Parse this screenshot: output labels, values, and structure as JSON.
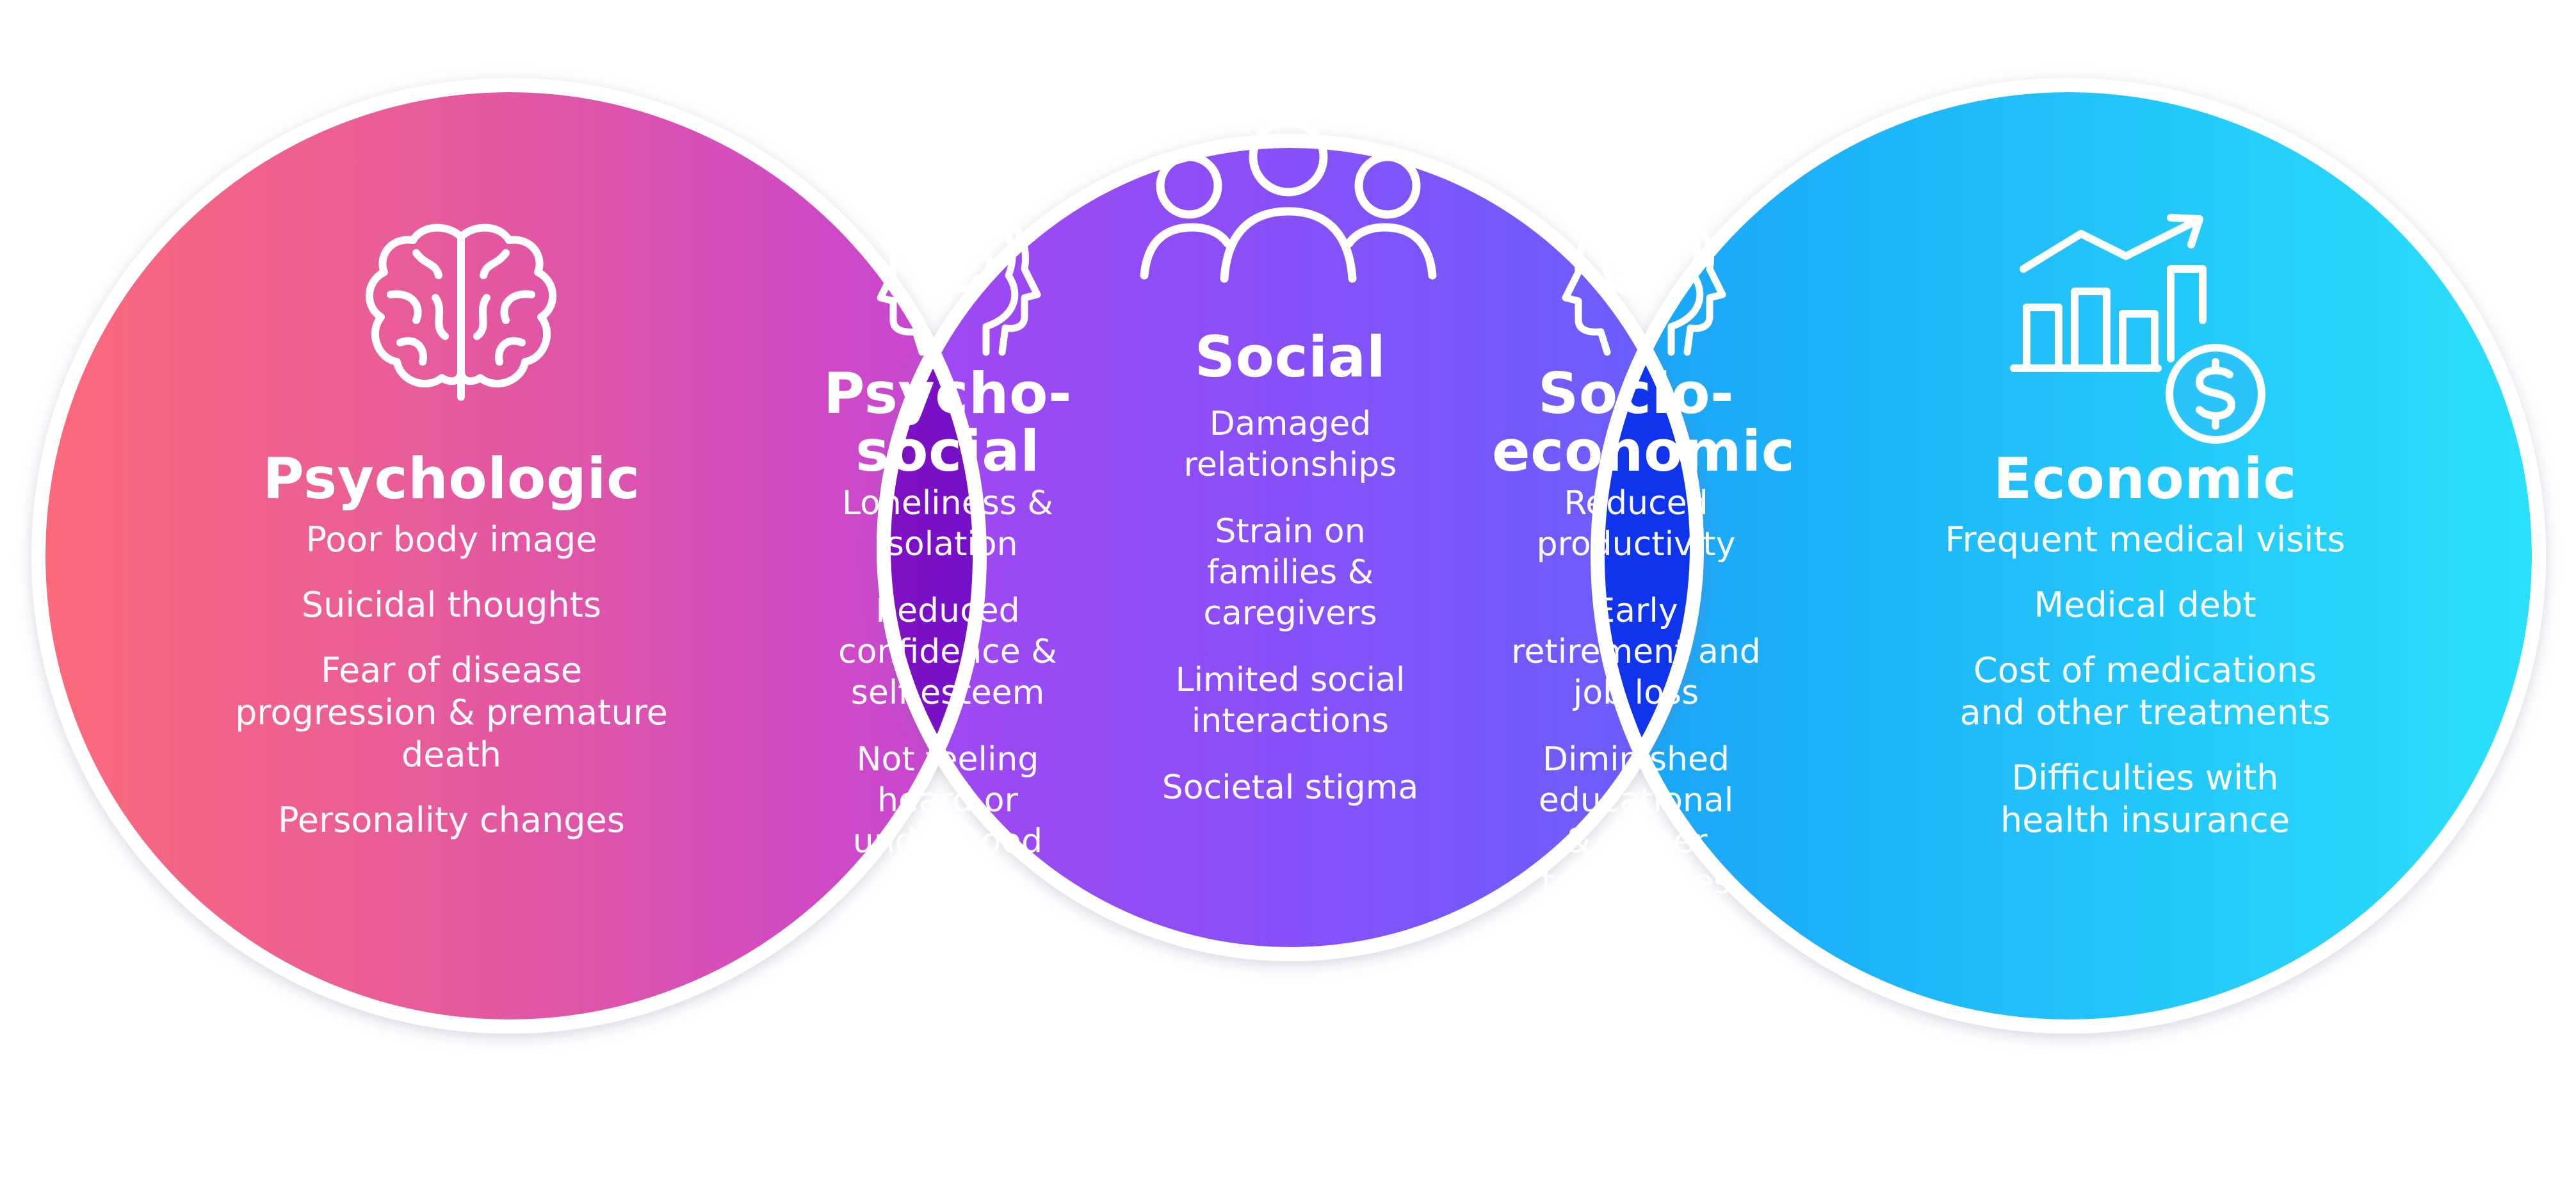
{
  "diagram": {
    "type": "venn",
    "colors": {
      "psychologic_gradient": [
        "#fb6a7a",
        "#cf47d2"
      ],
      "social_gradient": [
        "#9c4af2",
        "#6a5bfd"
      ],
      "economic_gradient": [
        "#1aa9f9",
        "#29ddfb"
      ],
      "psychosocial_overlap": [
        "#8c13ba",
        "#5f0fd6"
      ],
      "socioeconomic_overlap": [
        "#1238f0",
        "#0f34ea"
      ],
      "outline": "#ffffff"
    },
    "sections": {
      "psychologic": {
        "title": "Psychologic",
        "icon": "brain-icon",
        "items": [
          "Poor body image",
          "Suicidal thoughts",
          "Fear of disease progression & premature death",
          "Personality changes"
        ]
      },
      "psychosocial": {
        "title_line1": "Psycho-",
        "title_line2": "social",
        "icon": "head-brain-icon",
        "items": [
          "Loneliness & isolation",
          "Reduced confidence & self esteem",
          "Not feeling heard or understood"
        ]
      },
      "social": {
        "title": "Social",
        "icon": "people-group-icon",
        "items": [
          "Damaged relationships",
          "Strain on families & caregivers",
          "Limited social interactions",
          "Societal stigma"
        ]
      },
      "socioeconomic": {
        "title_line1": "Socio-",
        "title_line2": "economic",
        "icon": "head-dollar-icon",
        "items": [
          "Reduced productivity",
          "Early retirement and job loss",
          "Diminished educational & career trajectories"
        ]
      },
      "economic": {
        "title": "Economic",
        "icon": "growth-chart-dollar-icon",
        "items": [
          "Frequent medical visits",
          "Medical debt",
          "Cost of medications and other treatments",
          "Difficulties with health insurance"
        ]
      }
    }
  }
}
